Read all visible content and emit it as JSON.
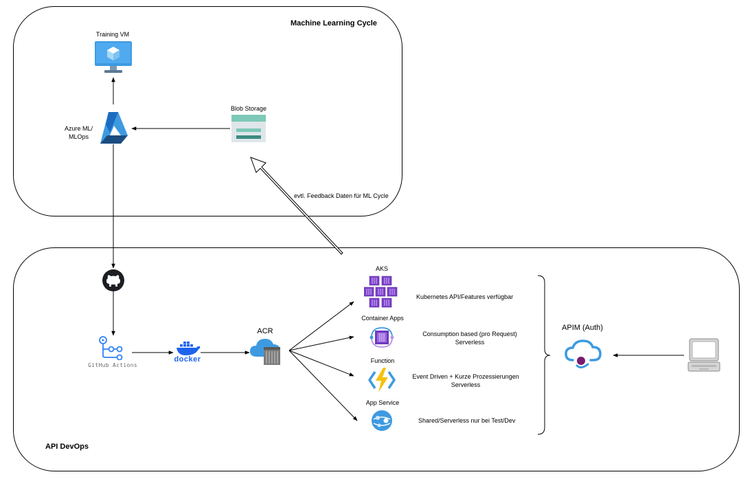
{
  "ml_cycle": {
    "title": "Machine Learning Cycle",
    "training_vm": "Training VM",
    "azure_ml": "Azure ML/\nMLOps",
    "blob_storage": "Blob Storage",
    "feedback": "evtl. Feedback Daten für ML Cycle"
  },
  "api_devops": {
    "title": "API DevOps",
    "github_actions": "GitHub Actions",
    "docker": "docker",
    "acr": "ACR",
    "apim": "APIM (Auth)",
    "services": [
      {
        "name": "AKS",
        "desc": [
          "Kubernetes API/Features verfügbar"
        ]
      },
      {
        "name": "Container Apps",
        "desc": [
          "Consumption based (pro Request)",
          "Serverless"
        ]
      },
      {
        "name": "Function",
        "desc": [
          "Event Driven + Kurze Prozessierungen",
          "Serverless"
        ]
      },
      {
        "name": "App Service",
        "desc": [
          "Shared/Serverless nur bei Test/Dev"
        ]
      }
    ]
  },
  "colors": {
    "azure_blue": "#3e9ae0",
    "storage_teal": "#7dc8b8",
    "aks_purple": "#7b40c9",
    "function_yellow": "#f5c10e",
    "docker_blue": "#1d63ed"
  },
  "icons": [
    "monitor-vm-icon",
    "azure-ml-icon",
    "blob-storage-icon",
    "github-icon",
    "github-actions-icon",
    "docker-icon",
    "acr-icon",
    "aks-icon",
    "container-apps-icon",
    "function-icon",
    "app-service-icon",
    "apim-icon",
    "laptop-icon"
  ]
}
